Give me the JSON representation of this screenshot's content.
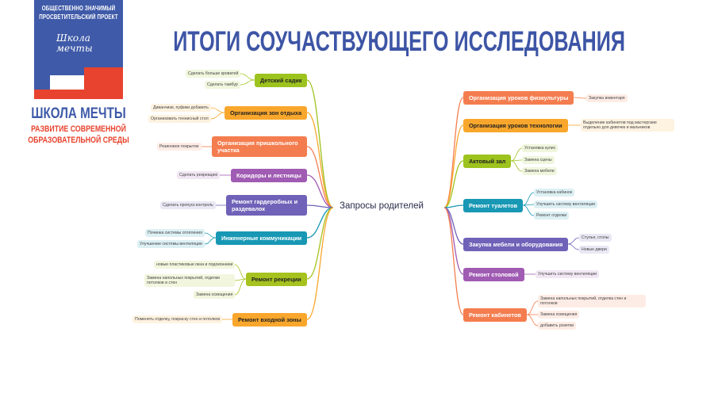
{
  "logo": {
    "line1": "ОБЩЕСТВЕННО ЗНАЧИМЫЙ",
    "line2": "ПРОСВЕТИТЕЛЬСКИЙ ПРОЕКТ",
    "script1": "Школа",
    "script2": "мечты",
    "name": "ШКОЛА МЕЧТЫ",
    "sub1": "РАЗВИТИЕ СОВРЕМЕННОЙ",
    "sub2": "ОБРАЗОВАТЕЛЬНОЙ СРЕДЫ"
  },
  "title": "ИТОГИ СОУЧАСТВУЮЩЕГО ИССЛЕДОВАНИЯ",
  "center": "Запросы родителей",
  "colors": {
    "lime": "#9DC31E",
    "orange": "#F9A72C",
    "coral": "#F47D4F",
    "purple": "#A05BB3",
    "indigo": "#6F62B8",
    "teal": "#1898B4",
    "blue": "#3D55A5",
    "red": "#E8432E"
  },
  "left": [
    {
      "label": "Детский садик",
      "color": "#9DC31E",
      "children": [
        "Сделать больше кроватей",
        "Сделать тамбур"
      ]
    },
    {
      "label": "Организация зон отдыха",
      "color": "#F9A72C",
      "children": [
        "Диванчики, пуфики добавить",
        "Организовать теннисный стол"
      ]
    },
    {
      "label": "Организация пришкольного участка",
      "color": "#F47D4F",
      "children": [
        "Резиновое покрытие"
      ]
    },
    {
      "label": "Коридоры и лестницы",
      "color": "#A05BB3",
      "children": [
        "Сделать рекреацию"
      ]
    },
    {
      "label": "Ремонт гардеробных и раздевалок",
      "color": "#6F62B8",
      "children": [
        "Сделать пропуск контроль"
      ]
    },
    {
      "label": "Инженерные коммуникации",
      "color": "#1898B4",
      "children": [
        "Починка системы отопления",
        "Улучшение системы вентиляции"
      ]
    },
    {
      "label": "Ремонт рекреции",
      "color": "#A6C21F",
      "children": [
        "новые пластиковые окна и подоконники",
        "Замена напольных покрытий, отделки потолков и стен",
        "Замена освещения"
      ]
    },
    {
      "label": "Ремонт входной зоны",
      "color": "#F9A72C",
      "children": [
        "Поменять отделку, покраску стен и потолков"
      ]
    }
  ],
  "right": [
    {
      "label": "Организация уроков физкультуры",
      "color": "#F47D4F",
      "children": [
        "Закупка инвентаря"
      ]
    },
    {
      "label": "Организация уроков технологии",
      "color": "#F9A72C",
      "children": [
        "Выделение кабинетов под мастерские отдельно для девочек и мальчиков"
      ]
    },
    {
      "label": "Актовый зал",
      "color": "#9DC31E",
      "children": [
        "Установка кулис",
        "Замена сцены",
        "Замена мебели"
      ]
    },
    {
      "label": "Ремонт туалетов",
      "color": "#1898B4",
      "children": [
        "Установка кабинок",
        "Улучшить систему вентиляции",
        "Ремонт отделки"
      ]
    },
    {
      "label": "Закупка мебели и оборудования",
      "color": "#6F62B8",
      "children": [
        "Стулья, столы",
        "Новые двери"
      ]
    },
    {
      "label": "Ремонт столовой",
      "color": "#A05BB3",
      "children": [
        "Улучшить систему вентиляции"
      ]
    },
    {
      "label": "Ремонт кабинетов",
      "color": "#F47D4F",
      "children": [
        "Замена напольных покрытий, отделка стен и потолков",
        "Замена освещения",
        "добавить розетки"
      ]
    }
  ]
}
